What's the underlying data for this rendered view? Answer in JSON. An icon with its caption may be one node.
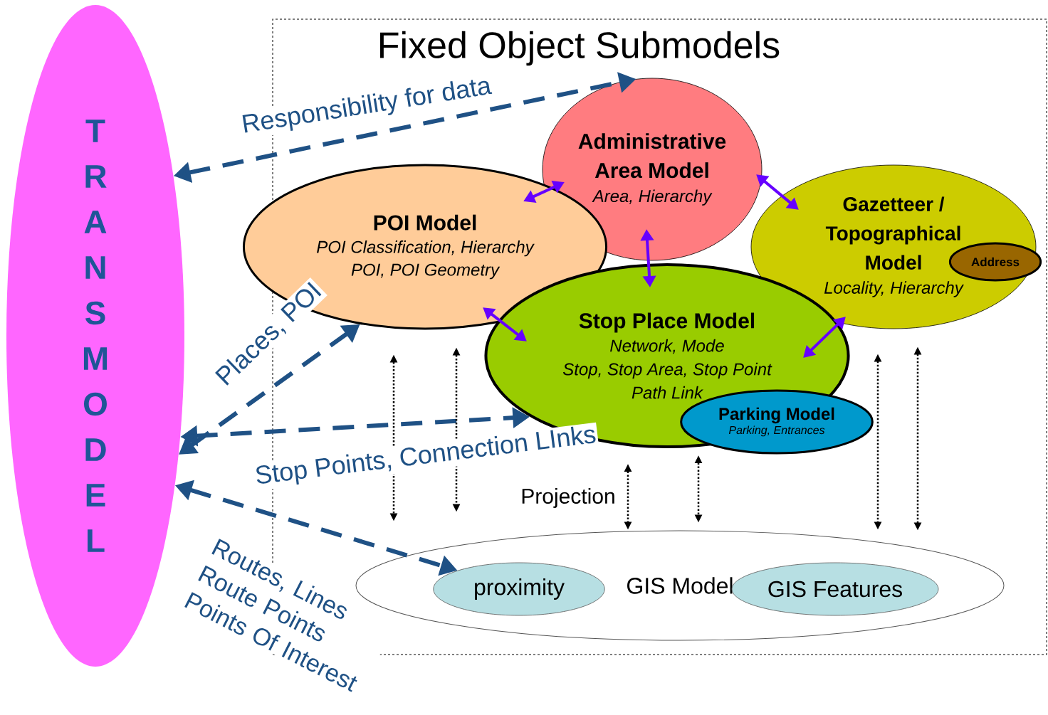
{
  "diagram": {
    "nodes": [
      {
        "text": [
          "TRANSMODEL"
        ]
      },
      {
        "text": [
          "Fixed Object Submodels"
        ]
      },
      {
        "text": [
          "Administrative Area Model",
          "Area, Hierarchy"
        ],
        "in": 1
      },
      {
        "text": [
          "POI Model",
          "POI Classification, Hierarchy",
          "POI, POI Geometry"
        ],
        "in": 1
      },
      {
        "text": [
          "Gazetteer / Topographical Model",
          "Locality, Hierarchy"
        ],
        "in": 1
      },
      {
        "text": [
          "Address"
        ],
        "in": 4
      },
      {
        "text": [
          "Stop Place Model",
          "Network, Mode",
          "Stop, Stop Area, Stop Point",
          "Path Link"
        ],
        "in": 1
      },
      {
        "text": [
          "Parking Model",
          "Parking, Entrances"
        ],
        "in": 1
      },
      {
        "text": [
          "GIS Model"
        ],
        "in": 1
      },
      {
        "text": [
          "proximity"
        ],
        "in": 8
      },
      {
        "text": [
          "GIS Features"
        ],
        "in": 8
      }
    ],
    "edges": [
      {
        "from": 3,
        "to": 2,
        "arrow": "both",
        "color": "#6600ff"
      },
      {
        "from": 2,
        "to": 4,
        "arrow": "both",
        "color": "#6600ff"
      },
      {
        "from": 2,
        "to": 6,
        "arrow": "both",
        "color": "#6600ff"
      },
      {
        "from": 3,
        "to": 6,
        "arrow": "both",
        "color": "#6600ff"
      },
      {
        "from": 6,
        "to": 4,
        "arrow": "both",
        "color": "#6600ff"
      },
      {
        "from": 0,
        "to": 2,
        "arrow": "both",
        "label": "Responsibility for data",
        "style": "dashed",
        "color": "#1f5185"
      },
      {
        "from": 0,
        "to": 3,
        "arrow": "both",
        "label": "Places, POI",
        "style": "dashed",
        "color": "#1f5185"
      },
      {
        "from": 0,
        "to": 6,
        "arrow": "both",
        "label": "Stop Points, Connection LInks",
        "style": "dashed",
        "color": "#1f5185"
      },
      {
        "from": 0,
        "to": 9,
        "arrow": "both",
        "label": "Routes, Lines Route Points Points Of Interest",
        "style": "dashed",
        "color": "#1f5185"
      },
      {
        "from": 3,
        "to": 8,
        "arrow": "both",
        "style": "dashed"
      },
      {
        "from": 3,
        "to": 8,
        "arrow": "both",
        "style": "dashed"
      },
      {
        "from": 6,
        "to": 8,
        "arrow": "both",
        "style": "dashed"
      },
      {
        "from": 6,
        "to": 8,
        "arrow": "both",
        "style": "dashed"
      },
      {
        "from": 4,
        "to": 8,
        "arrow": "both",
        "style": "dashed"
      },
      {
        "from": 4,
        "to": 8,
        "arrow": "both",
        "style": "dashed"
      }
    ],
    "labels": [
      "Projection"
    ]
  }
}
